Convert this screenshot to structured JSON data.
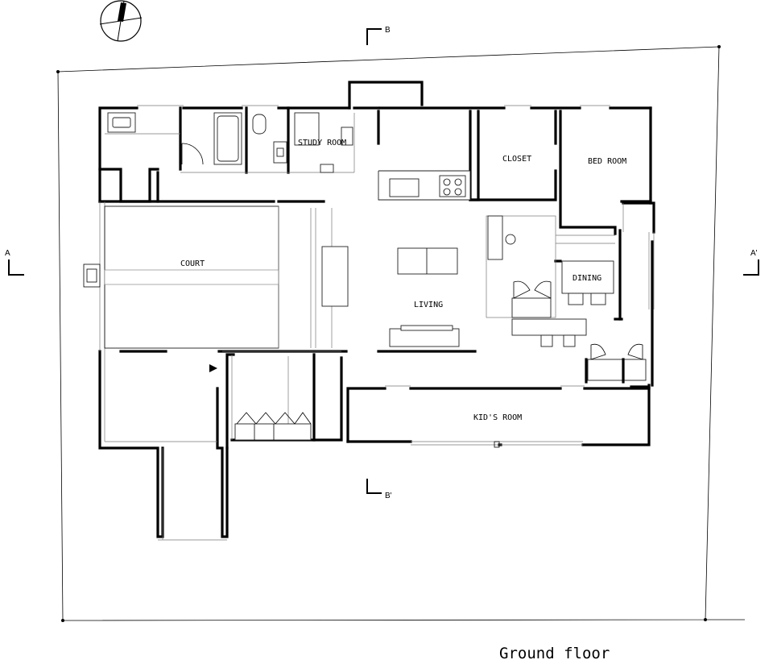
{
  "drawing": {
    "caption": "Ground floor",
    "rooms": {
      "study_room": "STUDY  ROOM",
      "closet": "CLOSET",
      "bed_room": "BED ROOM",
      "court": "COURT",
      "dining": "DINING",
      "living": "LIVING",
      "kids_room": "KID'S ROOM"
    },
    "section_marks": {
      "a": "A",
      "a_prime": "A'",
      "b": "B",
      "b_prime": "B'"
    }
  }
}
